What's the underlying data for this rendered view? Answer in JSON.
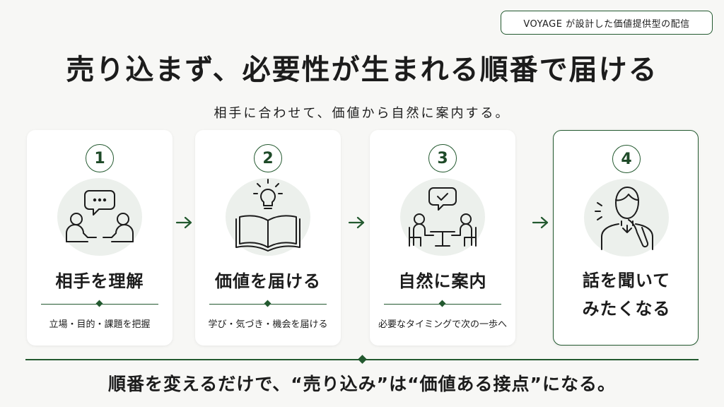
{
  "header": {
    "badge": "VOYAGE が設計した価値提供型の配信",
    "title": "売り込まず、必要性が生まれる順番で届ける",
    "subtitle": "相手に合わせて、価値から自然に案内する。"
  },
  "steps": [
    {
      "number": "1",
      "title": "相手を理解",
      "description": "立場・目的・課題を把握",
      "icon": "conversation-people-icon"
    },
    {
      "number": "2",
      "title": "価値を届ける",
      "description": "学び・気づき・機会を届ける",
      "icon": "open-book-lightbulb-icon"
    },
    {
      "number": "3",
      "title": "自然に案内",
      "description": "必要なタイミングで次の一歩へ",
      "icon": "meeting-table-icon"
    },
    {
      "number": "4",
      "title": "話を聞いて\nみたくなる",
      "description": "",
      "icon": "thinking-person-icon"
    }
  ],
  "footer": {
    "text": "順番を変えるだけで、“売り込み”は“価値ある接点”になる。"
  },
  "colors": {
    "accent": "#23592f",
    "background": "#f7f7f5",
    "card": "#ffffff",
    "icon_circle": "#ecf0ec"
  }
}
